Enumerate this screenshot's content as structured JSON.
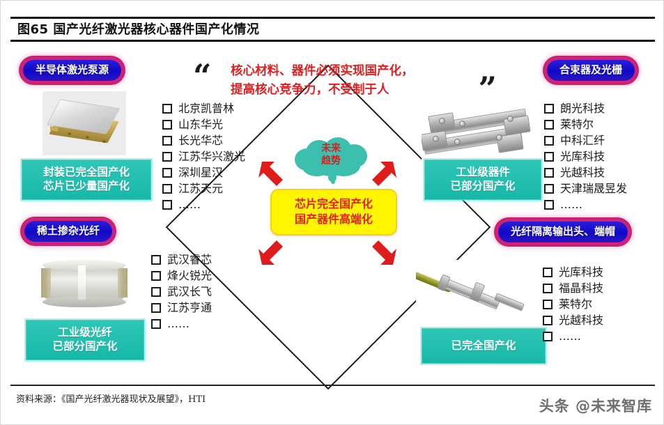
{
  "figure": {
    "title": "图65 国产光纤激光器核心器件国产化情况",
    "source": "资料来源：《国产光纤激光器现状及展望》，HTI",
    "watermark": "头条 @未来智库"
  },
  "quote": {
    "open_mark": "“",
    "close_mark": "”",
    "line1": "核心材料、器件必须实现国产化，",
    "line2": "提高核心竞争力，不受制于人",
    "color": "#e02020"
  },
  "center": {
    "cloud_line1": "未来",
    "cloud_line2": "趋势",
    "cloud_color": "#3cbfae",
    "core_line1": "芯片完全国产化",
    "core_line2": "国产器件高端化",
    "core_bg": "#fff500",
    "core_text_color": "#e02020",
    "arrow_color": "#e01b1b"
  },
  "quadrants": [
    {
      "id": "top-left",
      "pill": "半导体激光泵源",
      "photo": "laser-diode-module-photo",
      "status_line1": "封装已完全国产化",
      "status_line2": "芯片已少量国产化",
      "companies": [
        "北京凯普林",
        "山东华光",
        "长光华芯",
        "江苏华兴激光",
        "深圳星汉",
        "江苏天元",
        "……"
      ]
    },
    {
      "id": "top-right",
      "pill": "合束器及光栅",
      "photo": "beam-combiner-photo",
      "status_line1": "工业级器件",
      "status_line2": "已部分国产化",
      "companies": [
        "朗光科技",
        "莱特尔",
        "中科汇纤",
        "光库科技",
        "光越科技",
        "天津瑞晟昱发",
        "……"
      ]
    },
    {
      "id": "bottom-left",
      "pill": "稀土掺杂光纤",
      "photo": "fiber-spool-photo",
      "status_line1": "工业级光纤",
      "status_line2": "已部分国产化",
      "companies": [
        "武汉睿芯",
        "烽火锐光",
        "武汉长飞",
        "江苏亨通",
        "……"
      ]
    },
    {
      "id": "bottom-right",
      "pill": "光纤隔离输出头、端帽",
      "photo": "fiber-connector-photo",
      "status_line1": "已完全国产化",
      "status_line2": "",
      "companies": [
        "光库科技",
        "福晶科技",
        "莱特尔",
        "光越科技",
        "……"
      ]
    }
  ],
  "colors": {
    "pill_blue": "#1008c8",
    "pill_glow_red": "#d41f7a",
    "status_teal": "#17b8a8",
    "title_black": "#111111"
  }
}
